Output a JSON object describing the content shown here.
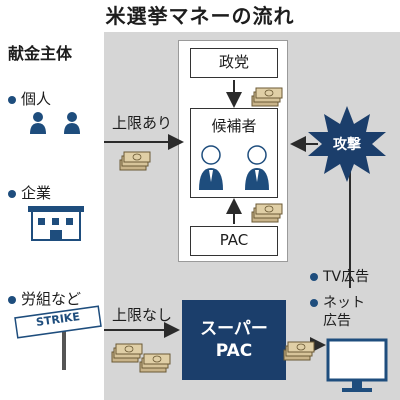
{
  "title": "米選挙マネーの流れ",
  "donors": {
    "heading": "献金主体",
    "individual": "個人",
    "business": "企業",
    "unions": "労組など",
    "strike_sign": "STRIKE"
  },
  "recipients": {
    "party": "政党",
    "candidate": "候補者",
    "pac": "PAC",
    "super_pac_line1": "スーパー",
    "super_pac_line2": "PAC"
  },
  "flows": {
    "with_limit": "上限あり",
    "no_limit": "上限なし"
  },
  "attack": "攻撃",
  "media": {
    "tv": "TV広告",
    "net_line1": "ネット",
    "net_line2": "広告"
  },
  "colors": {
    "navy": "#1e4d7d",
    "super_pac": "#1b3e6b",
    "background": "#d6d6d6",
    "money": "#c9b48a"
  }
}
